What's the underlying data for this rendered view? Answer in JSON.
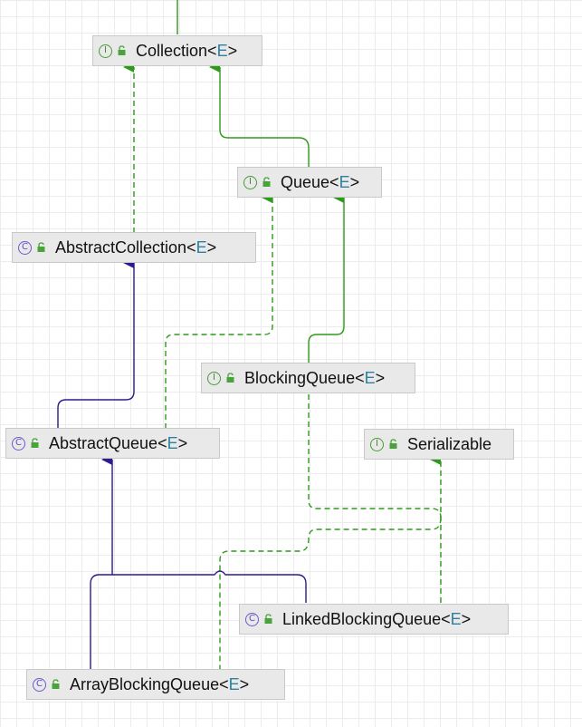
{
  "diagram": {
    "colors": {
      "implements_edge": "#2e9a1a",
      "extends_edge": "#2e1a8c",
      "interface_icon": "#4a9a3a",
      "class_icon": "#6a5acd",
      "type_param": "#2f7fa0"
    },
    "nodes": {
      "collection": {
        "kind": "interface",
        "kind_glyph": "I",
        "icon": "lock-icon",
        "name": "Collection",
        "lt": "<",
        "param": "E",
        "gt": ">"
      },
      "queue": {
        "kind": "interface",
        "kind_glyph": "I",
        "icon": "lock-icon",
        "name": "Queue",
        "lt": "<",
        "param": "E",
        "gt": ">"
      },
      "abstract_collection": {
        "kind": "class",
        "kind_glyph": "C",
        "icon": "lock-icon",
        "name": "AbstractCollection",
        "lt": "<",
        "param": "E",
        "gt": ">"
      },
      "blocking_queue": {
        "kind": "interface",
        "kind_glyph": "I",
        "icon": "lock-icon",
        "name": "BlockingQueue",
        "lt": "<",
        "param": "E",
        "gt": ">"
      },
      "abstract_queue": {
        "kind": "class",
        "kind_glyph": "C",
        "icon": "lock-icon",
        "name": "AbstractQueue",
        "lt": "<",
        "param": "E",
        "gt": ">"
      },
      "serializable": {
        "kind": "interface",
        "kind_glyph": "I",
        "icon": "lock-icon",
        "name": "Serializable"
      },
      "linked_blocking_queue": {
        "kind": "class",
        "kind_glyph": "C",
        "icon": "lock-icon",
        "name": "LinkedBlockingQueue",
        "lt": "<",
        "param": "E",
        "gt": ">"
      },
      "array_blocking_queue": {
        "kind": "class",
        "kind_glyph": "C",
        "icon": "lock-icon",
        "name": "ArrayBlockingQueue",
        "lt": "<",
        "param": "E",
        "gt": ">"
      }
    },
    "edges": [
      {
        "from": "collection",
        "to": "top-offscreen",
        "type": "implements"
      },
      {
        "from": "queue",
        "to": "collection",
        "type": "implements"
      },
      {
        "from": "abstract_collection",
        "to": "collection",
        "type": "implements"
      },
      {
        "from": "blocking_queue",
        "to": "queue",
        "type": "implements"
      },
      {
        "from": "abstract_queue",
        "to": "queue",
        "type": "implements"
      },
      {
        "from": "abstract_queue",
        "to": "abstract_collection",
        "type": "extends"
      },
      {
        "from": "linked_blocking_queue",
        "to": "blocking_queue",
        "type": "implements"
      },
      {
        "from": "linked_blocking_queue",
        "to": "serializable",
        "type": "implements"
      },
      {
        "from": "linked_blocking_queue",
        "to": "abstract_queue",
        "type": "extends"
      },
      {
        "from": "array_blocking_queue",
        "to": "blocking_queue",
        "type": "implements"
      },
      {
        "from": "array_blocking_queue",
        "to": "serializable",
        "type": "implements"
      },
      {
        "from": "array_blocking_queue",
        "to": "abstract_queue",
        "type": "extends"
      }
    ]
  }
}
